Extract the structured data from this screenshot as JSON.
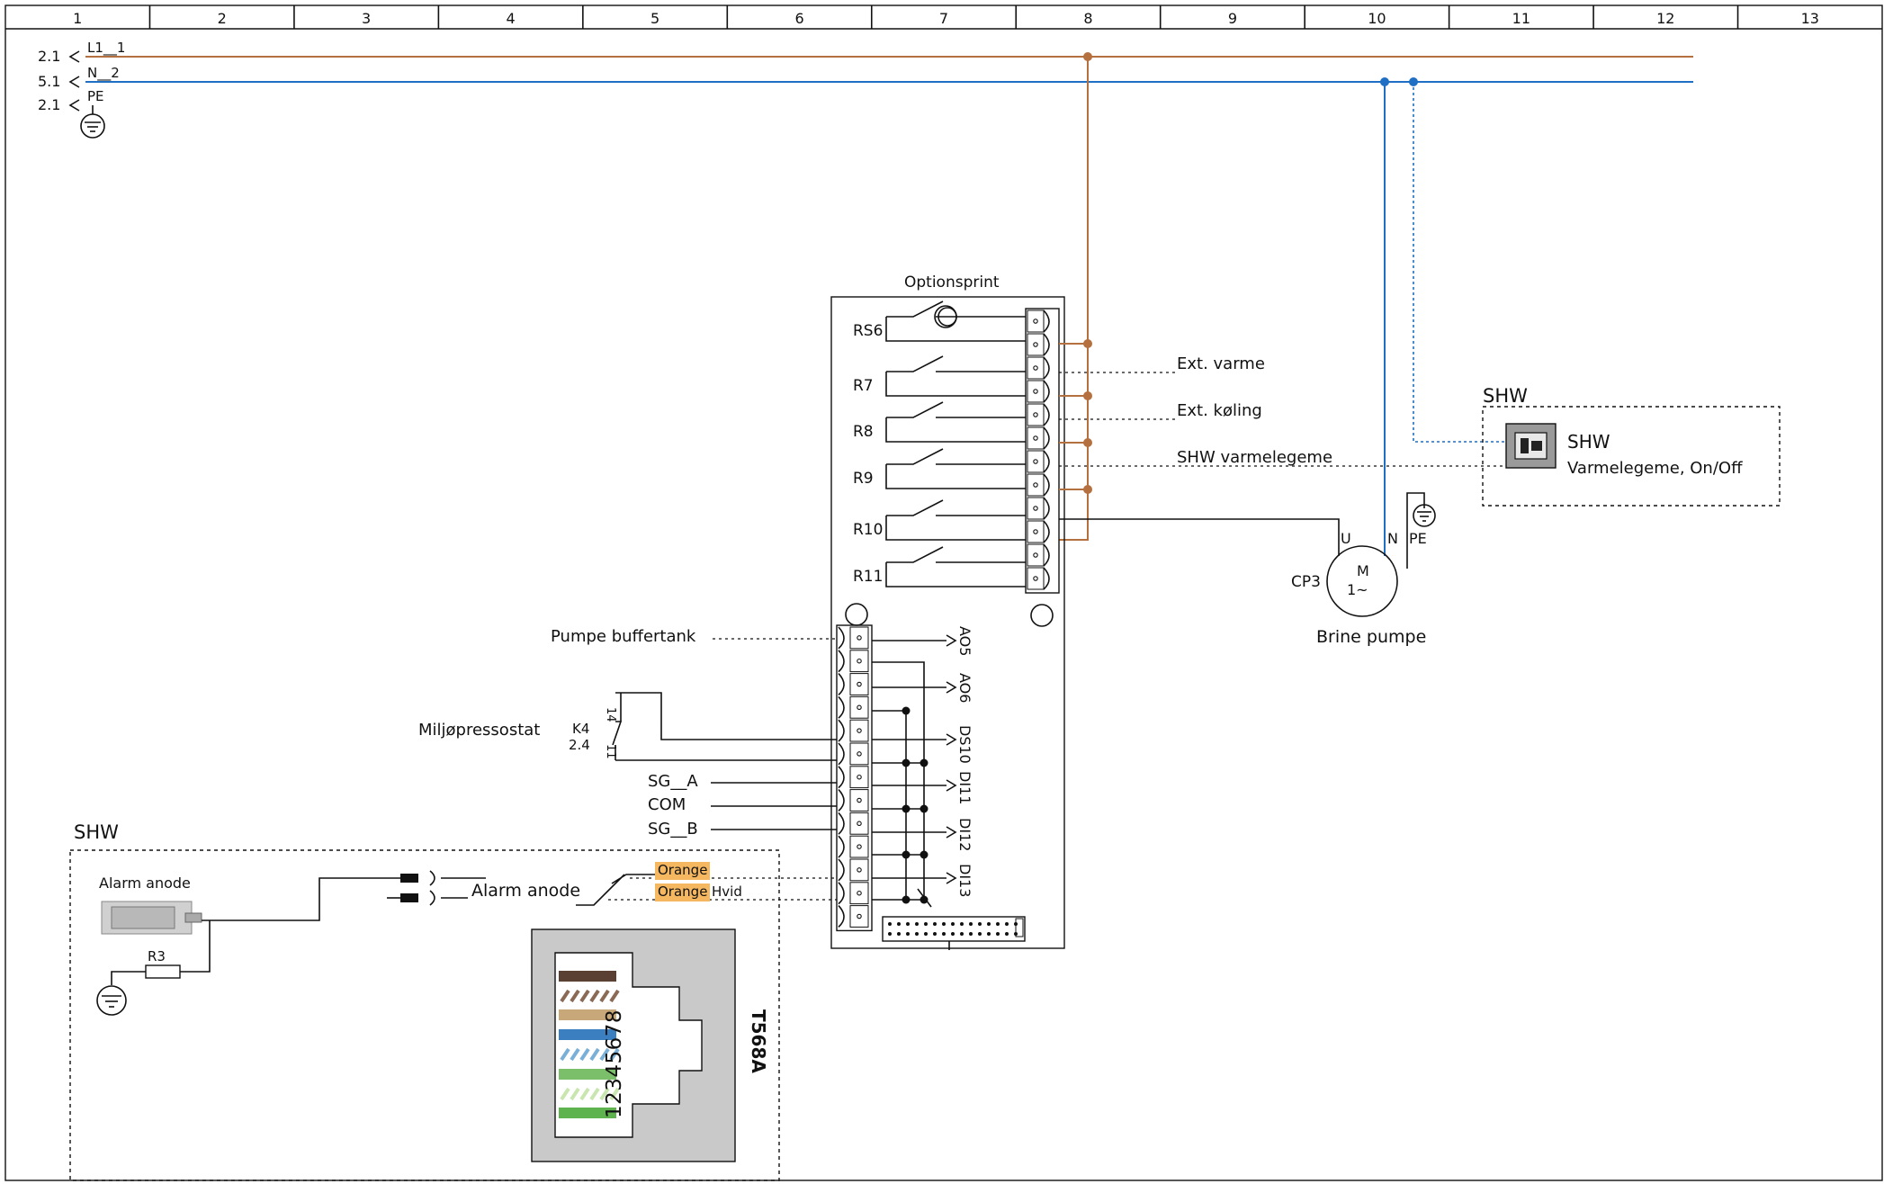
{
  "grid": {
    "columns": [
      "1",
      "2",
      "3",
      "4",
      "5",
      "6",
      "7",
      "8",
      "9",
      "10",
      "11",
      "12",
      "13"
    ]
  },
  "supply": {
    "l1_ref": "2.1",
    "l1_label": "L1__1",
    "n_ref": "5.1",
    "n_label": "N__2",
    "pe_ref": "2.1",
    "pe_label": "PE"
  },
  "board": {
    "title": "Optionsprint",
    "relays": [
      "RS6",
      "R7",
      "R8",
      "R9",
      "R10",
      "R11"
    ],
    "outputs": [
      "AO5",
      "AO6",
      "DS10",
      "DI11",
      "DI12",
      "DI13"
    ]
  },
  "right_labels": {
    "ext_varme": "Ext. varme",
    "ext_koling": "Ext. køling",
    "shw_varmelegeme": "SHW varmelegeme"
  },
  "shw_box": {
    "title": "SHW",
    "device_title": "SHW",
    "device_desc": "Varmelegeme, On/Off"
  },
  "pump": {
    "tag": "CP3",
    "motor_m": "M",
    "motor_phase": "1~",
    "name": "Brine pumpe",
    "u": "U",
    "n": "N",
    "pe": "PE"
  },
  "left_labels": {
    "pumpe_buffertank": "Pumpe buffertank",
    "miljopressostat": "Miljøpressostat",
    "k4": "K4",
    "k4_ref": "2.4",
    "pin14": "14",
    "pin11": "11",
    "sg_a": "SG__A",
    "com": "COM",
    "sg_b": "SG__B"
  },
  "shw_anode": {
    "title": "SHW",
    "alarm_anode_device": "Alarm anode",
    "alarm_anode_wire": "Alarm anode",
    "r3": "R3",
    "orange1": "Orange",
    "orange2": "Orange",
    "hvid": "Hvid",
    "connector": "T568A",
    "pins": "12345678"
  },
  "colors": {
    "phase": "#b5703f",
    "neutral": "#1f6fc4",
    "highlight": "#f5b860",
    "connector_gray": "#c9c9c9"
  }
}
